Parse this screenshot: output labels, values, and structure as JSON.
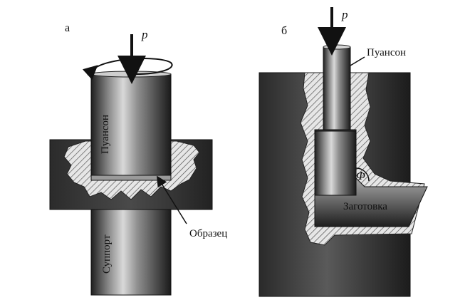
{
  "diagram": {
    "left_panel": {
      "letter": "а",
      "force": "p",
      "punch": "Пуансон",
      "support": "Суппорт",
      "sample": "Образец"
    },
    "right_panel": {
      "letter": "б",
      "force": "p",
      "punch": "Пуансон",
      "workpiece": "Заготовка",
      "angle": "Φ"
    }
  }
}
